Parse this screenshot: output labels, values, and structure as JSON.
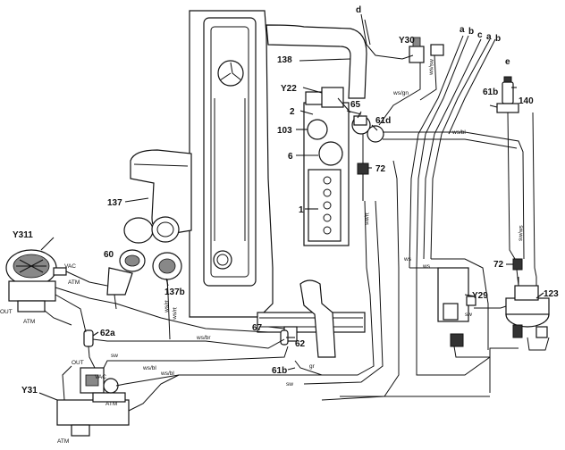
{
  "labels": {
    "l138": "138",
    "lY22": "Y22",
    "lY30": "Y30",
    "ld_top": "d",
    "la1": "a",
    "lb1": "b",
    "lc": "c",
    "la2": "a",
    "lb2": "b",
    "le": "e",
    "l61b_top": "61b",
    "l140": "140",
    "l2": "2",
    "l65": "65",
    "l61d": "61d",
    "l103": "103",
    "l6": "6",
    "l72_top": "72",
    "l1": "1",
    "l137": "137",
    "lY311": "Y311",
    "l60": "60",
    "l137b": "137b",
    "lY29": "Y29",
    "l72_right": "72",
    "l123": "123",
    "l67": "67",
    "l62_mid": "62",
    "l62a": "62a",
    "l61b_bot": "61b",
    "lY31": "Y31"
  },
  "small": {
    "vac_y311": "VAC",
    "atm_y311a": "ATM",
    "out_y311": "OUT",
    "atm_y311b": "ATM",
    "out_y31": "OUT",
    "vac_y31": "VAC",
    "atm_y31a": "ATM",
    "atm_y31b": "ATM",
    "ws_gn": "ws/gn",
    "ws_bl": "ws/bl",
    "ws_bl_2": "ws/bl",
    "ws_br": "ws/br",
    "ws_bl_3": "ws/bl",
    "sw_1": "sw",
    "sw_2": "sw",
    "sw_3": "sw",
    "gr": "gr",
    "ws_1": "ws",
    "ws_2": "ws",
    "sw_rt": "sw/rt",
    "sw_ws": "sw/ws",
    "ws_rt": "ws/rt",
    "ws_rt_2": "ws/rt",
    "ws_sw": "ws/sw"
  }
}
